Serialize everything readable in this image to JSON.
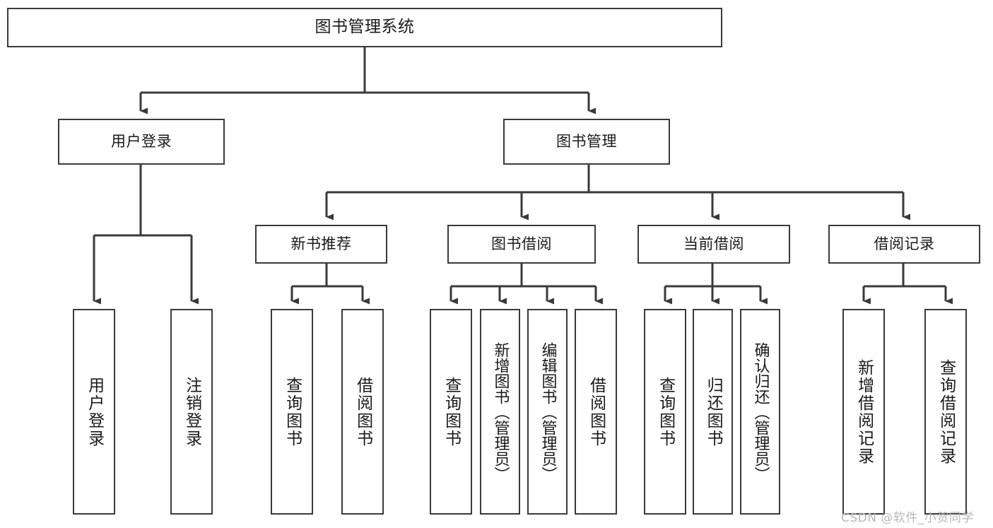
{
  "diagram": {
    "title": "图书管理系统",
    "type": "tree-hierarchy-chart",
    "stroke_color": "#3a3a3a",
    "background_color": "#ffffff"
  },
  "root": {
    "label": "图书管理系统"
  },
  "level2": [
    {
      "label": "用户登录"
    },
    {
      "label": "图书管理"
    }
  ],
  "level3": [
    {
      "label": "新书推荐"
    },
    {
      "label": "图书借阅"
    },
    {
      "label": "当前借阅"
    },
    {
      "label": "借阅记录"
    }
  ],
  "leaves": {
    "user_login": [
      {
        "label": "用户登录"
      },
      {
        "label": "注销登录"
      }
    ],
    "new_book": [
      {
        "label": "查询图书"
      },
      {
        "label": "借阅图书"
      }
    ],
    "book_borrow": [
      {
        "label": "查询图书"
      },
      {
        "label": "新增图书（管理员）"
      },
      {
        "label": "编辑图书（管理员）"
      },
      {
        "label": "借阅图书"
      }
    ],
    "current_borrow": [
      {
        "label": "查询图书"
      },
      {
        "label": "归还图书"
      },
      {
        "label": "确认归还（管理员）"
      }
    ],
    "borrow_record": [
      {
        "label": "新增借阅记录"
      },
      {
        "label": "查询借阅记录"
      }
    ]
  },
  "watermark": {
    "text": "CSDN @软件_小贺同学",
    "color": "#b8b8b8"
  }
}
